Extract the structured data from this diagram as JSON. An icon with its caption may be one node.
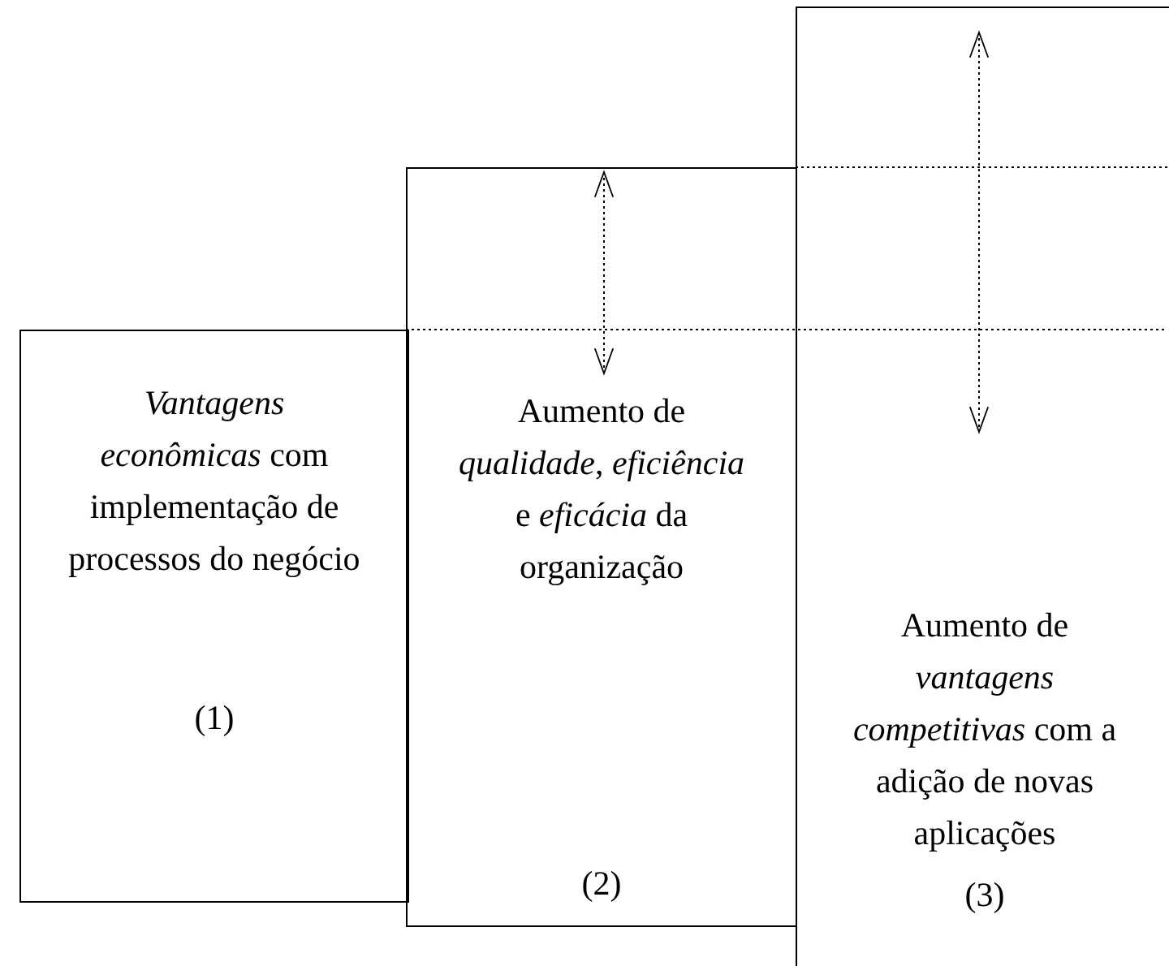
{
  "diagram": {
    "nodes": [
      {
        "text": [
          "*Vantagens econômicas* com implementação de processos do negócio",
          "(1)"
        ]
      },
      {
        "text": [
          "Aumento de *qualidade*, *eficiência* e *eficácia* da organização",
          "(2)"
        ]
      },
      {
        "text": [
          "Aumento de *vantagens competitivas* com a adição de novas aplicações",
          "(3)"
        ]
      }
    ],
    "edges": []
  }
}
